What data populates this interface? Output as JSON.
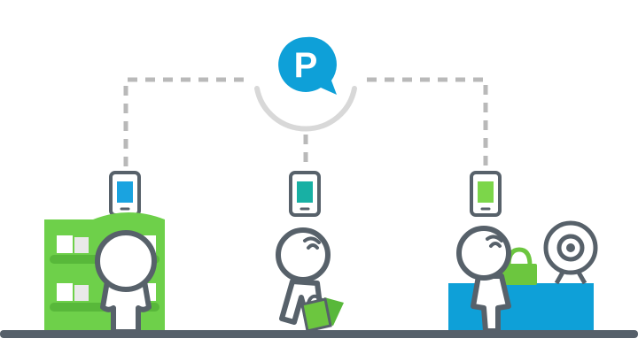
{
  "logo": {
    "letter": "P",
    "icon": "speech-bubble-p-logo"
  },
  "colors": {
    "brand_blue": "#0ea0d8",
    "brand_blue_dark": "#0b87b8",
    "connector_gray": "#b9b9b9",
    "outline": "#57616a",
    "ground": "#56606a",
    "shelf_green": "#6ed04a",
    "shelf_green_dark": "#58b83a",
    "counter_blue": "#0ea0d8",
    "screen_blue": "#1aa3e0",
    "screen_teal": "#18b0a4",
    "screen_green": "#7cd64a",
    "bag_green": "#6cc63f"
  },
  "scenes": [
    {
      "id": "store-shelf",
      "phone_screen": "screen_blue",
      "icon": "shopper-at-shelf"
    },
    {
      "id": "walking",
      "phone_screen": "screen_teal",
      "icon": "walking-shopper-with-bag"
    },
    {
      "id": "checkout",
      "phone_screen": "screen_green",
      "icon": "shopper-at-checkout-counter"
    }
  ]
}
